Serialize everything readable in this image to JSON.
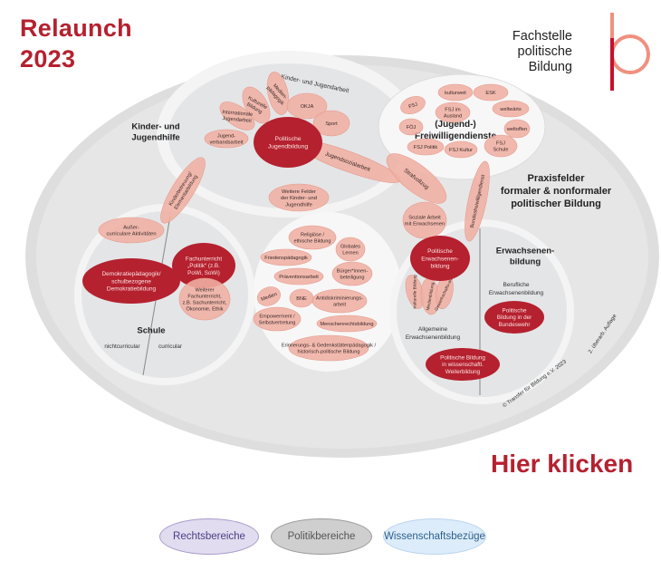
{
  "header": {
    "title_line1": "Relaunch",
    "title_line2": "2023"
  },
  "logo": {
    "line1": "Fachstelle",
    "line2": "politische",
    "line3": "Bildung",
    "mark_icon": "fachstelle-pb-logo",
    "colors": {
      "light": "#f0907e",
      "dark": "#c8102e"
    }
  },
  "colors": {
    "accent": "#b5212f",
    "outer_ring": "#dcdcdc",
    "inner_bg": "#e4e5e7",
    "bubble_light": "#f0b0a4",
    "bubble_dark": "#b5212f"
  },
  "diagram": {
    "center_title": [
      "Praxisfelder",
      "formaler & nonformaler",
      "politischer Bildung"
    ],
    "kjh_title": [
      "Kinder- und",
      "Jugendhilfe"
    ],
    "kja_title": "Kinder- und Jugendarbeit",
    "kja_items": [
      "Medien-pädagogik",
      "Kulturelle Bildung",
      "Internationale Jugendarbeit",
      "Jugend-verbandsarbeit",
      "OKJA",
      "Sport"
    ],
    "kja_core": [
      "Politische",
      "Jugendbildung"
    ],
    "weitere_felder": [
      "Weitere Felder",
      "der Kinder- und",
      "Jugendhilfe"
    ],
    "bridges": {
      "kita": [
        "Kinderbetreuung/",
        "Elementarbildung"
      ],
      "jugendsozialarbeit": "Jugendsozialarbeit",
      "strafvollzug": "Strafvollzug",
      "soziale_arbeit": [
        "Soziale Arbeit",
        "mit Erwachsenen"
      ],
      "bundesfreiwilligendienst": "Bundesfreiwilligendienst"
    },
    "fwd_title": [
      "(Jugend-)",
      "Freiwilligendienste"
    ],
    "fwd_items": [
      "FSJ",
      "kulturweit",
      "ESK",
      "FSJ im Ausland",
      "weltwärts",
      "FÖJ",
      "weltoffen",
      "FSJ Politik",
      "FSJ Kultur",
      "FSJ Schule"
    ],
    "schule_title": "Schule",
    "schule_items": {
      "ausser": [
        "Außer-",
        "curriculare Aktivitäten"
      ],
      "fach": [
        "Fachunterricht",
        "„Politik“ (z.B.",
        "PoWi, SoWi)"
      ],
      "demo": [
        "Demokratiepädagogik/",
        "schulbezogene",
        "Demokratiebildung"
      ],
      "weiterer": [
        "Weiterer",
        "Fachunterricht,",
        "z.B. Sachunterricht,",
        "Ökonomie, Ethik"
      ]
    },
    "schule_axis": {
      "left": "nichtcurricular",
      "right": "curricular"
    },
    "themes": [
      [
        "Religiöse /",
        "ethische Bildung"
      ],
      [
        "Globales",
        "Lernen"
      ],
      [
        "Friedenspädagogik"
      ],
      [
        "Bürger*innen-",
        "beteiligung"
      ],
      [
        "Präventionsarbeit"
      ],
      [
        "Medien"
      ],
      [
        "BNE"
      ],
      [
        "Antidiskriminierungs-",
        "arbeit"
      ],
      [
        "Empowerment /",
        "Selbstvertretung"
      ],
      [
        "Menschenrechtsbildung"
      ],
      [
        "Erinnerungs- & Gedenkstättenpädagogik /",
        "historisch-politische Bildung"
      ]
    ],
    "eb_title": [
      "Erwachsenen-",
      "bildung"
    ],
    "eb_core": [
      "Politische",
      "Erwachsenen-",
      "bildung"
    ],
    "eb_petals": [
      "Kulturelle Bildung",
      "Medienbildung",
      "Gewerkschafts-arbeit"
    ],
    "eb_allg": [
      "Allgemeine",
      "Erwachsenenbildung"
    ],
    "eb_beruf": [
      "Berufliche",
      "Erwachsenenbildung"
    ],
    "eb_bundeswehr": [
      "Politische",
      "Bildung in der",
      "Bundeswehr"
    ],
    "eb_wissen": [
      "Politische Bildung",
      "in wissenschaftl.",
      "Weiterbildung"
    ],
    "copyright": "© Transfer für Bildung e.V. 2023",
    "edition": "2. überarb. Auflage"
  },
  "cta": {
    "label": "Hier klicken"
  },
  "legend_buttons": [
    {
      "label": "Rechtsbereiche"
    },
    {
      "label": "Politikbereiche"
    },
    {
      "label": "Wissenschaftsbezüge"
    }
  ]
}
